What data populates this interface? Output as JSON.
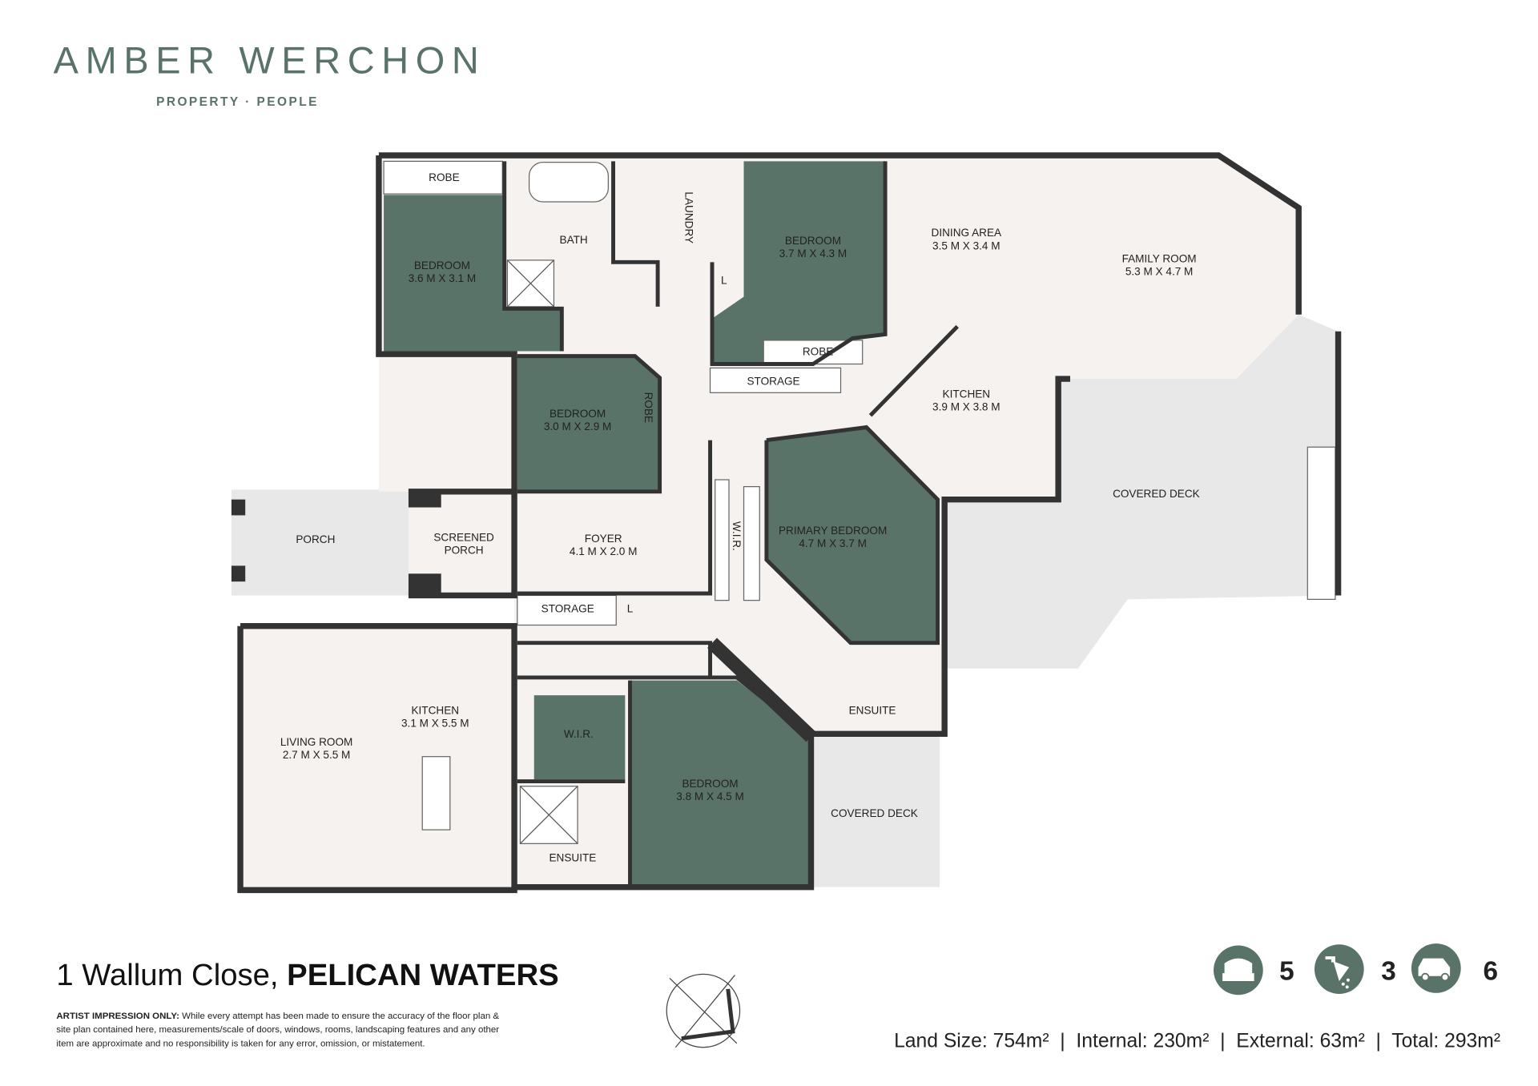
{
  "brand": {
    "name": "AMBER WERCHON",
    "tagline": "PROPERTY · PEOPLE"
  },
  "colors": {
    "accent": "#5a7369",
    "wall": "#333333",
    "floor": "#f5f2f0",
    "deck": "#e8e8e8"
  },
  "rooms": [
    {
      "name": "ROBE"
    },
    {
      "name": "BATH"
    },
    {
      "name": "LAUNDRY"
    },
    {
      "name": "BEDROOM",
      "dims": "3.6 M X 3.1 M"
    },
    {
      "name": "BEDROOM",
      "dims": "3.7 M X 4.3 M"
    },
    {
      "name": "DINING AREA",
      "dims": "3.5 M X 3.4 M"
    },
    {
      "name": "FAMILY ROOM",
      "dims": "5.3 M X 4.7 M"
    },
    {
      "name": "ROBE"
    },
    {
      "name": "STORAGE"
    },
    {
      "name": "KITCHEN",
      "dims": "3.9 M X 3.8 M"
    },
    {
      "name": "L"
    },
    {
      "name": "BEDROOM",
      "dims": "3.0 M X 2.9 M"
    },
    {
      "name": "ROBE"
    },
    {
      "name": "COVERED DECK"
    },
    {
      "name": "PORCH"
    },
    {
      "name": "SCREENED",
      "dims": "PORCH"
    },
    {
      "name": "FOYER",
      "dims": "4.1 M X 2.0 M"
    },
    {
      "name": "W.I.R."
    },
    {
      "name": "PRIMARY BEDROOM",
      "dims": "4.7 M X 3.7 M"
    },
    {
      "name": "STORAGE"
    },
    {
      "name": "L"
    },
    {
      "name": "KITCHEN",
      "dims": "3.1 M X 5.5 M"
    },
    {
      "name": "LIVING ROOM",
      "dims": "2.7 M X 5.5 M"
    },
    {
      "name": "W.I.R."
    },
    {
      "name": "ENSUITE"
    },
    {
      "name": "BEDROOM",
      "dims": "3.8 M X 4.5 M"
    },
    {
      "name": "COVERED DECK"
    },
    {
      "name": "ENSUITE"
    }
  ],
  "address": {
    "street": "1 Wallum Close,",
    "suburb": "PELICAN WATERS"
  },
  "disclaimer": {
    "heading": "ARTIST IMPRESSION ONLY:",
    "line1": "While every attempt has been made to ensure the accuracy of the floor plan &",
    "line2": "site plan contained here, measurements/scale of doors, windows, rooms, landscaping features and any other",
    "line3": "item are approximate and no responsibility is taken for any error, omission, or mistatement."
  },
  "stats": [
    {
      "icon": "bed-icon",
      "value": "5"
    },
    {
      "icon": "shower-icon",
      "value": "3"
    },
    {
      "icon": "car-icon",
      "value": "6"
    }
  ],
  "areas": "Land Size: 754m²  |  Internal: 230m²  |  External: 63m²  |  Total: 293m²"
}
